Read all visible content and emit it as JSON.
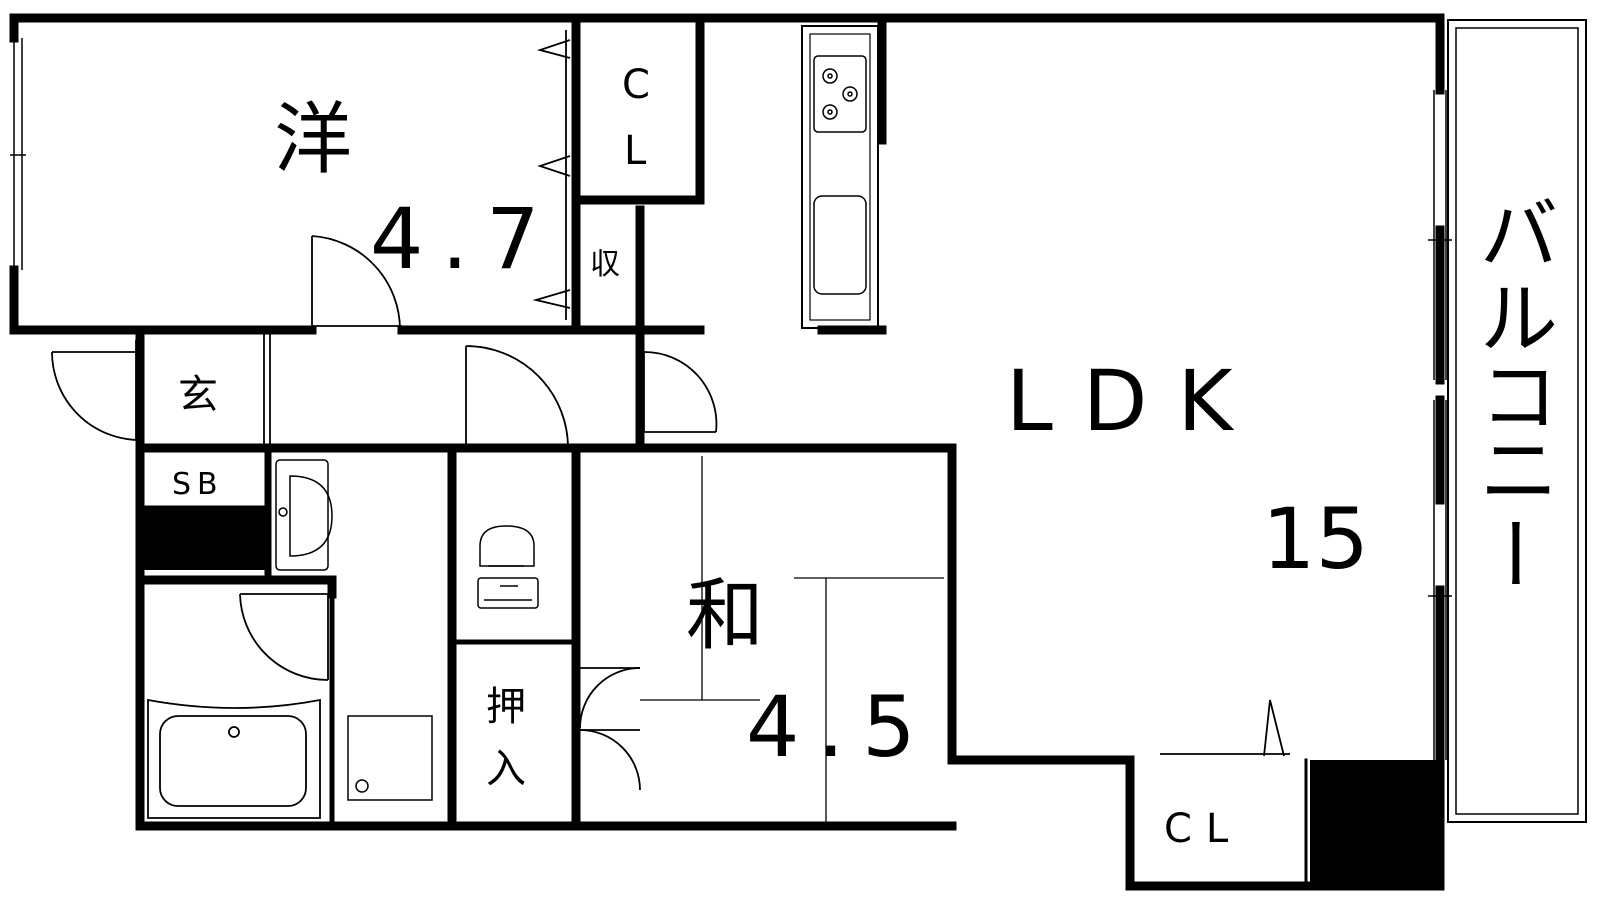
{
  "rooms": {
    "western": {
      "kanji": "洋",
      "size": "4.7"
    },
    "closet_western": {
      "c": "C",
      "l": "L"
    },
    "storage": "収",
    "entrance": "玄",
    "shoe_box": "SB",
    "ldk": {
      "label": "LDK",
      "size": "15"
    },
    "japanese": {
      "kanji": "和",
      "size": "4.5"
    },
    "oshiire": {
      "top": "押",
      "bottom": "入"
    },
    "closet_ldk": "CL",
    "balcony": [
      "バ",
      "ル",
      "コ",
      "ニ",
      "ー"
    ]
  },
  "colors": {
    "wall": "#000000",
    "background": "#ffffff"
  },
  "icons": [
    "stove-icon",
    "kitchen-sink-icon",
    "toilet-icon",
    "washbasin-icon",
    "bathtub-icon",
    "washing-machine-pan-icon"
  ]
}
